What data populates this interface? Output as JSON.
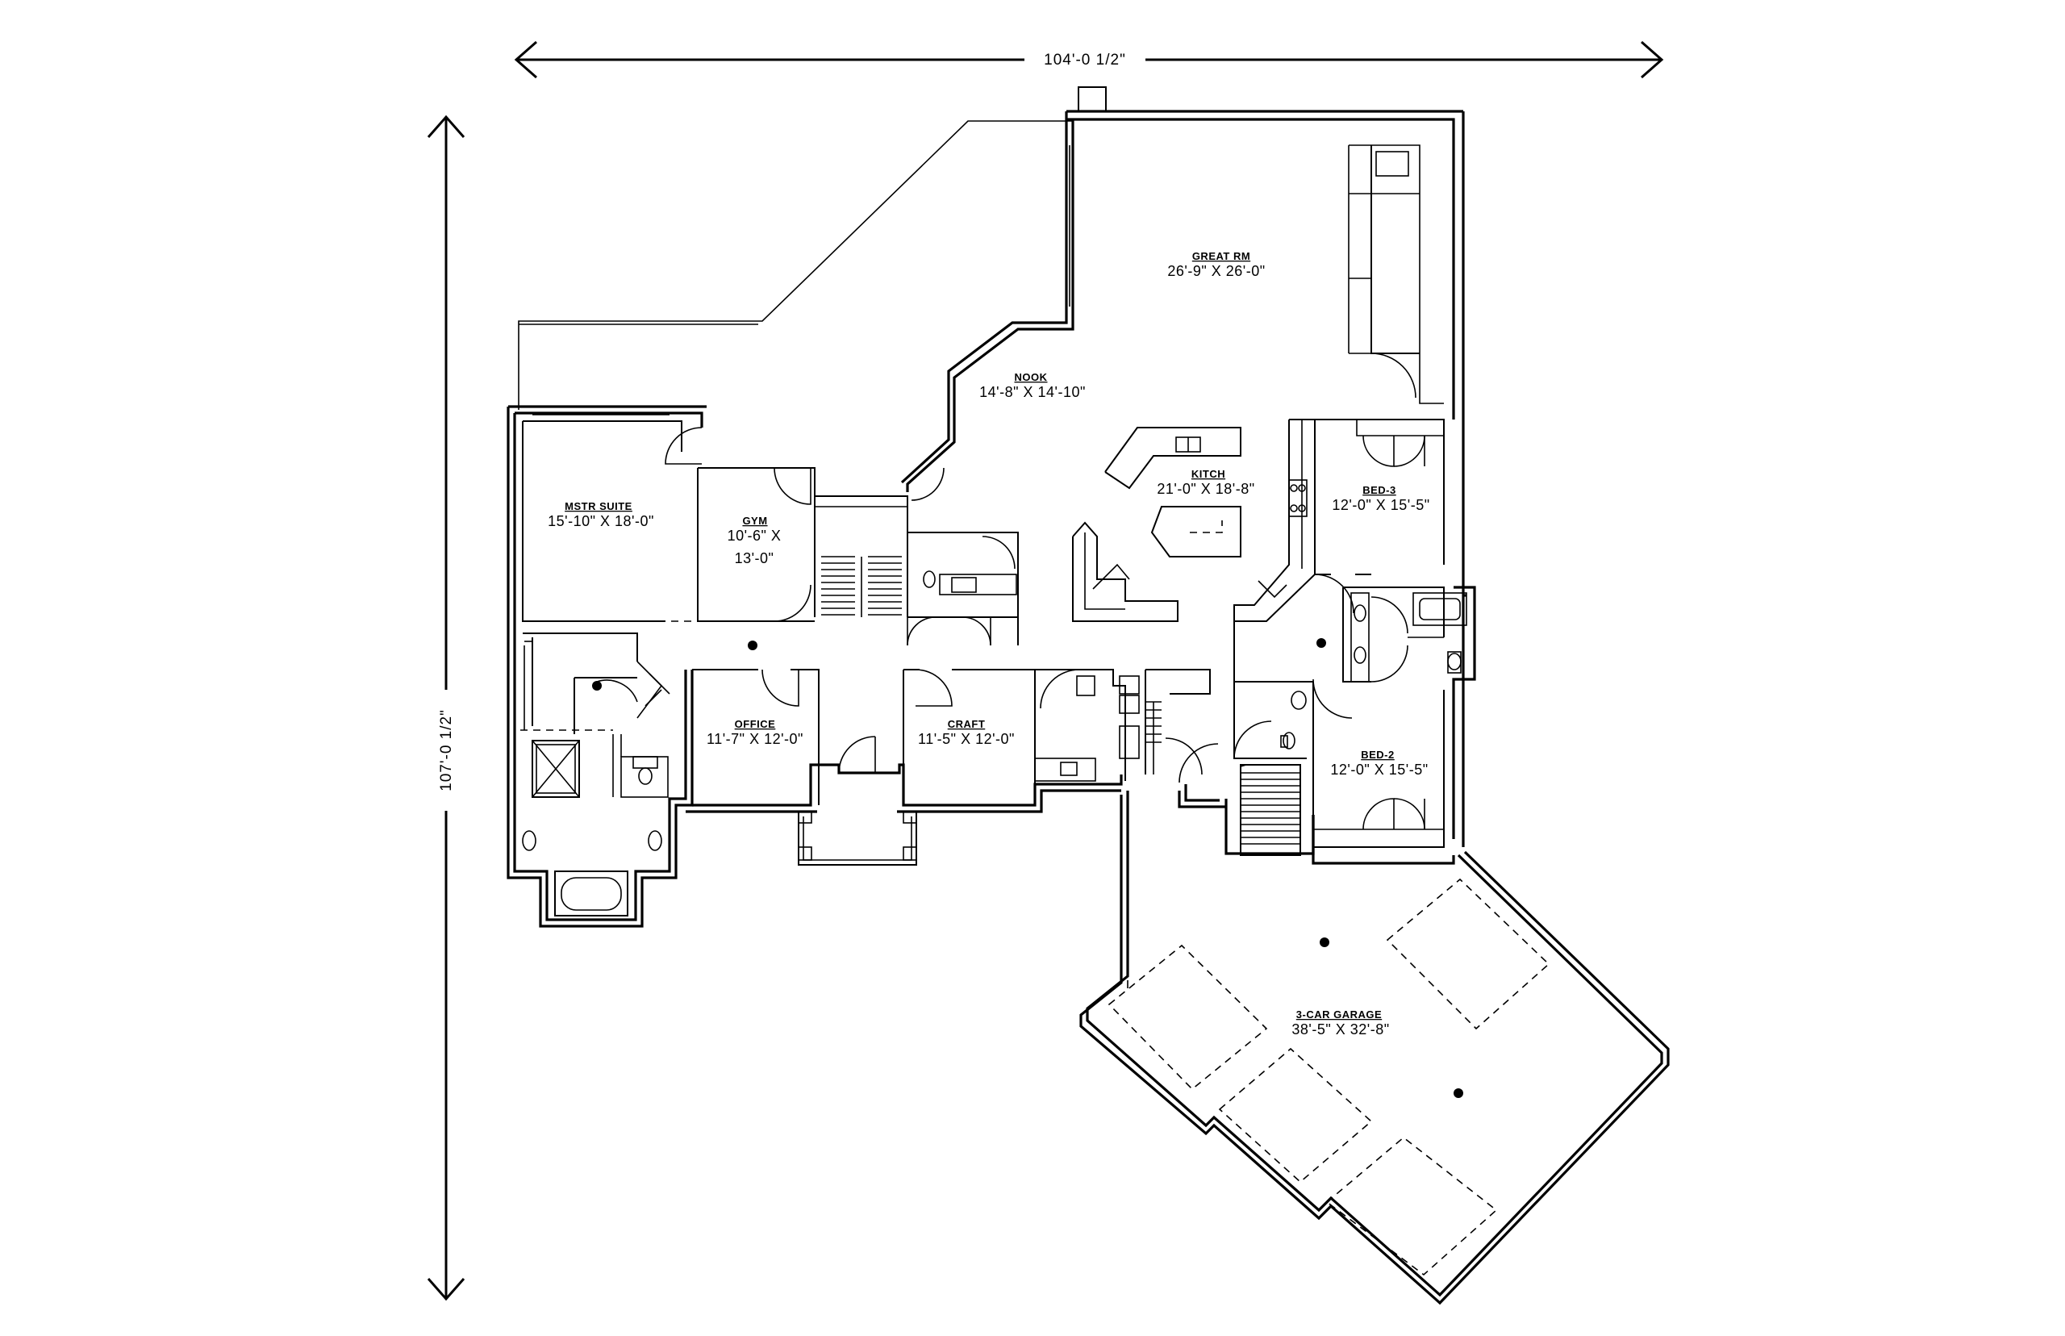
{
  "dimensions": {
    "width": "104'-0 1/2\"",
    "depth": "107'-0 1/2\""
  },
  "rooms": {
    "great_rm": {
      "name": "GREAT RM",
      "size": "26'-9\" X 26'-0\""
    },
    "nook": {
      "name": "NOOK",
      "size": "14'-8\" X 14'-10\""
    },
    "kitch": {
      "name": "KITCH",
      "size": "21'-0\" X 18'-8\""
    },
    "mstr_suite": {
      "name": "MSTR SUITE",
      "size": "15'-10\" X 18'-0\""
    },
    "gym": {
      "name": "GYM",
      "size_line1": "10'-6\" X",
      "size_line2": "13'-0\""
    },
    "office": {
      "name": "OFFICE",
      "size": "11'-7\" X 12'-0\""
    },
    "craft": {
      "name": "CRAFT",
      "size": "11'-5\" X 12'-0\""
    },
    "bed3": {
      "name": "BED-3",
      "size": "12'-0\" X 15'-5\""
    },
    "bed2": {
      "name": "BED-2",
      "size": "12'-0\" X 15'-5\""
    },
    "garage": {
      "name": "3-CAR GARAGE",
      "size": "38'-5\" X 32'-8\""
    }
  }
}
